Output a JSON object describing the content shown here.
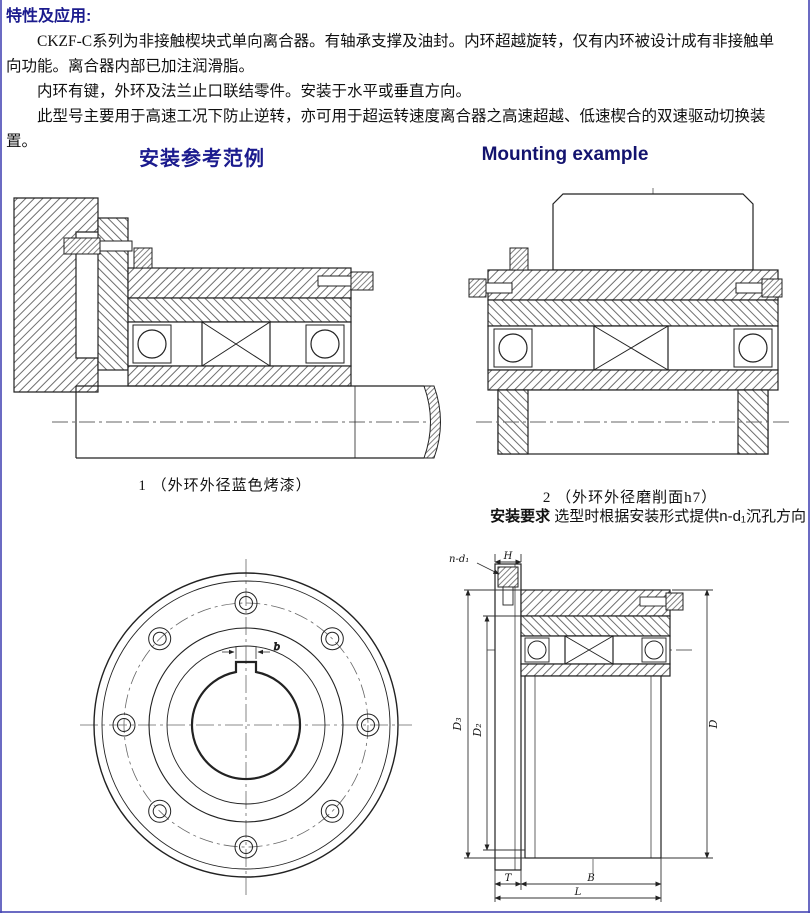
{
  "page": {
    "accent_color": "#1b1b8e",
    "header": "特性及应用:",
    "intro": {
      "p1": "CKZF-C系列为非接触楔块式单向离合器。有轴承支撑及油封。内环超越旋转，仅有内环被设计成有非接触单向功能。离合器内部已加注润滑脂。",
      "p2": "内环有键，外环及法兰止口联结零件。安装于水平或垂直方向。",
      "p3": "此型号主要用于高速工况下防止逆转，亦可用于超运转速度离合器之高速超越、低速楔合的双速驱动切换装置。"
    },
    "headings": {
      "cn": "安装参考范例",
      "en": "Mounting example"
    },
    "captions": {
      "fig1": "1 （外环外径蓝色烤漆）",
      "fig2": "2 （外环外径磨削面h7）"
    },
    "note": {
      "label": "安装要求",
      "text": " 选型时根据安装形式提供n-d₁沉孔方向"
    },
    "dims": {
      "nd1": "n-d₁",
      "H": "H",
      "D3": "D₃",
      "D2": "D₂",
      "D": "D",
      "T": "T",
      "B": "B",
      "L": "L",
      "b": "b"
    }
  }
}
